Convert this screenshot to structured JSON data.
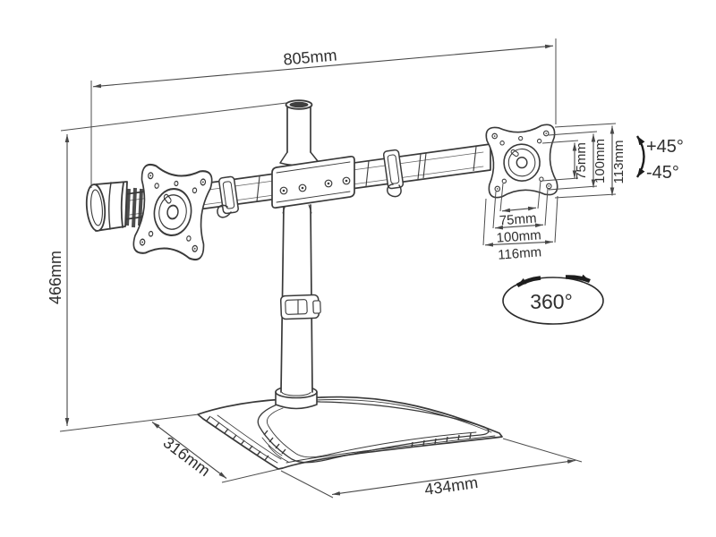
{
  "drawing": {
    "type": "technical-line-drawing",
    "subject": "Dual monitor articulated desk stand with VESA mounts",
    "colors": {
      "line": "#3a3a3a",
      "dimension": "#474747",
      "background": "#ffffff"
    },
    "dimensions": {
      "crossbar_width": "805mm",
      "stand_height": "466mm",
      "base_depth": "316mm",
      "base_width": "434mm"
    },
    "vesa": {
      "vertical": [
        "75mm",
        "100mm",
        "113mm"
      ],
      "horizontal": [
        "75mm",
        "100mm",
        "116mm"
      ]
    },
    "motion": {
      "tilt_up": "+45°",
      "tilt_down": "-45°",
      "rotation": "360°"
    }
  }
}
